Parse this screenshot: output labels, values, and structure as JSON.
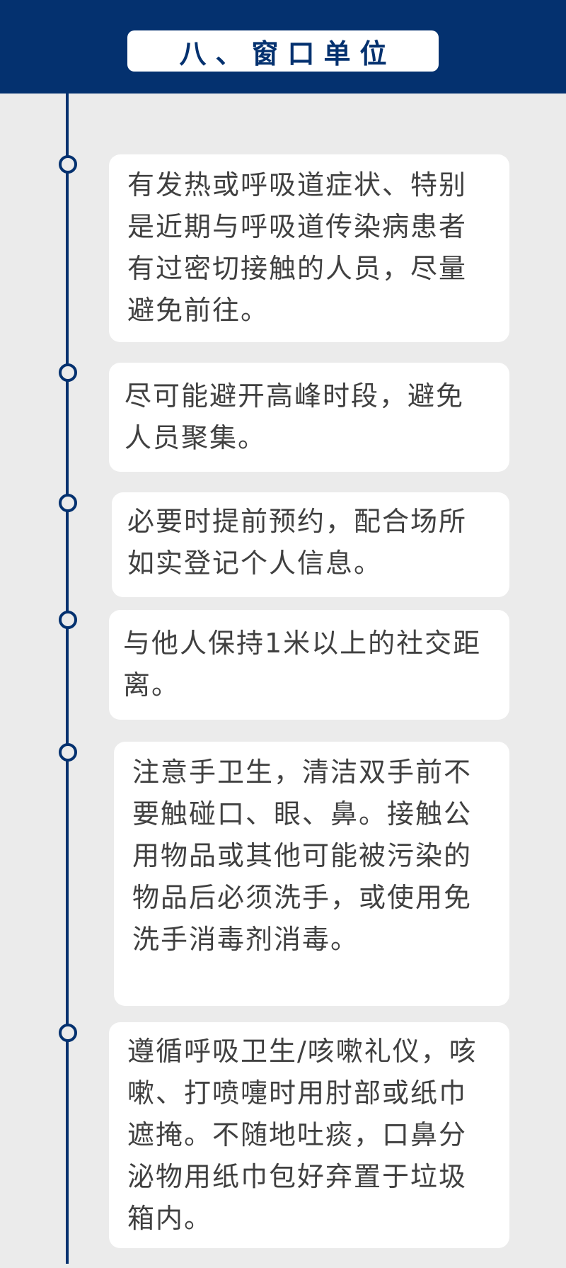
{
  "header": {
    "title": "八、窗口单位"
  },
  "timeline": {
    "items": [
      {
        "text": "有发热或呼吸道症状、特别是近期与呼吸道传染病患者有过密切接触的人员，尽量避免前往。"
      },
      {
        "text": "尽可能避开高峰时段，避免人员聚集。"
      },
      {
        "text": "必要时提前预约，配合场所如实登记个人信息。"
      },
      {
        "text": "与他人保持1米以上的社交距离。"
      },
      {
        "text": "注意手卫生，清洁双手前不要触碰口、眼、鼻。接触公用物品或其他可能被污染的物品后必须洗手，或使用免洗手消毒剂消毒。"
      },
      {
        "text": "遵循呼吸卫生/咳嗽礼仪，咳嗽、打喷嚏时用肘部或纸巾遮掩。不随地吐痰，口鼻分泌物用纸巾包好弃置于垃圾箱内。"
      }
    ]
  }
}
